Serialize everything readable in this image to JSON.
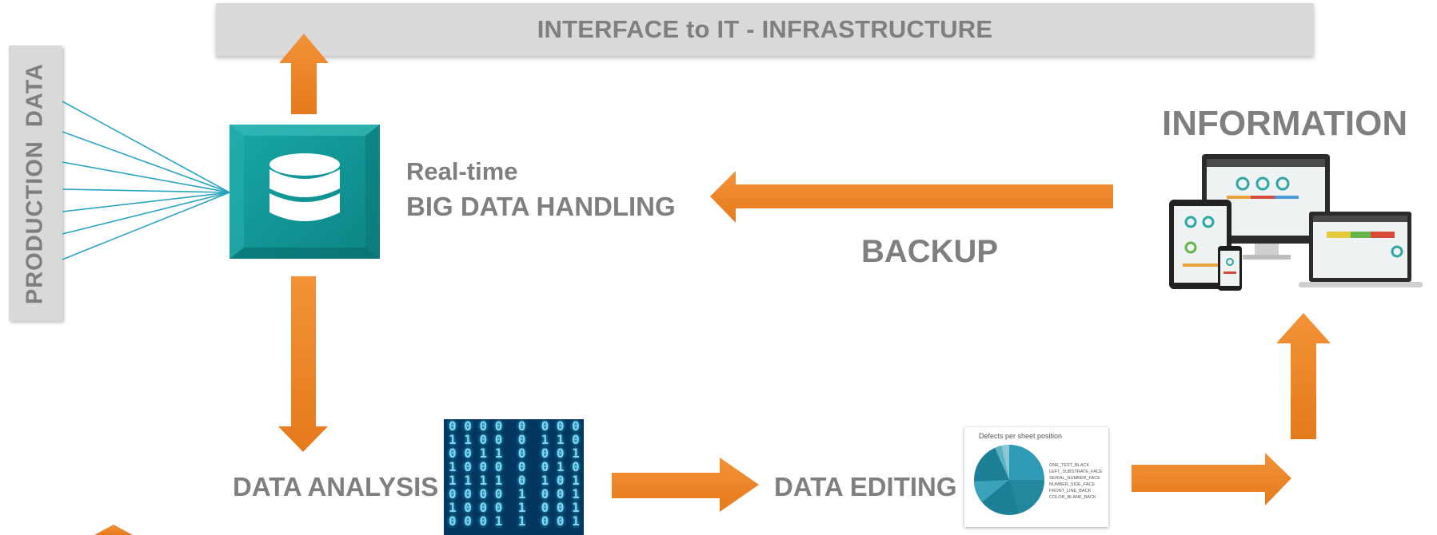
{
  "banner": {
    "text": "INTERFACE to IT - INFRASTRUCTURE"
  },
  "sidebar": {
    "text": "PRODUCTION DATA"
  },
  "database": {
    "line1": "Real-time",
    "line2": "BIG DATA HANDLING",
    "icon": "database-icon"
  },
  "information": {
    "title": "INFORMATION"
  },
  "backup": {
    "label": "BACKUP"
  },
  "analysis": {
    "label": "DATA ANALYSIS",
    "rows": [
      "0 0 0 0  0  0 0 0",
      "1 1 0 0  0  1 1 0",
      "0 0 1 1  0  0 0 1",
      "1 0 0 0  0  0 1 0",
      "1 1 1 1  0  1 0 1",
      "0 0 0 0  1  0 0 1",
      "1 0 0 0  1  0 0 1",
      "0 0 0 1  1  0 0 1"
    ]
  },
  "editing": {
    "label": "DATA EDITING",
    "chart_title": "Defects per sheet position",
    "legend": [
      "ONE_TEST_BLACK",
      "LEFT_SUBSTRATE_FACE",
      "SERIAL_NUMBER_FACE",
      "NUMBER_SIDE_FACE",
      "FRONT_LINE_BACK",
      "COLOR_BLANK_BACK"
    ]
  },
  "colors": {
    "arrow": "#ee8225",
    "teal": "#139a9a",
    "label_gray": "#7f7f7f",
    "banner_gray": "#d9d9d9",
    "line": "#2aa3c2"
  }
}
